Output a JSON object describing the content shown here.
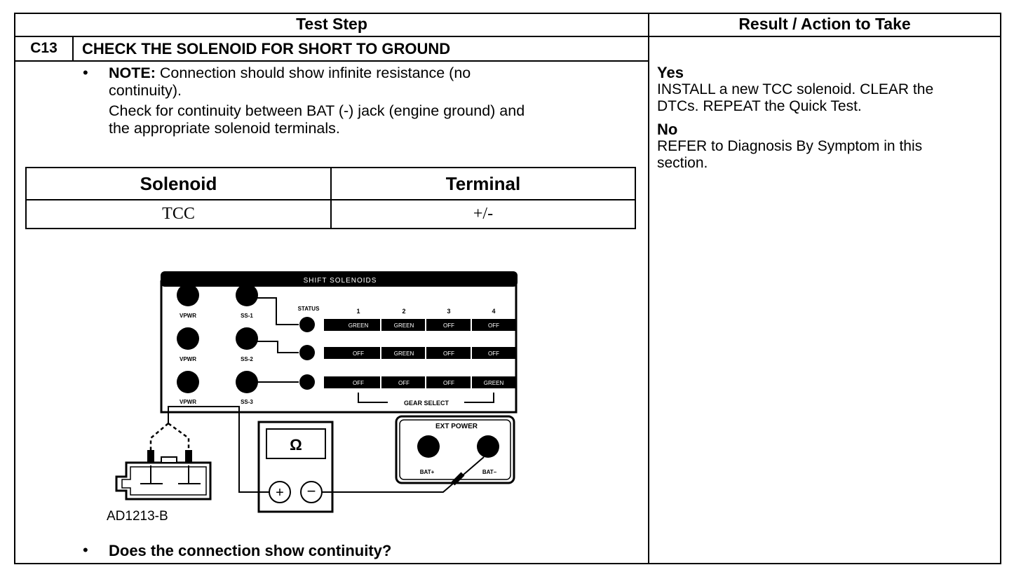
{
  "headers": {
    "test_step": "Test Step",
    "result_action": "Result / Action to Take"
  },
  "step": {
    "id": "C13",
    "title": "CHECK THE SOLENOID FOR SHORT TO GROUND"
  },
  "note": {
    "label": "NOTE:",
    "text": " Connection should show infinite resistance (no",
    "text_line2": "continuity).",
    "instruction_line1": "Check for continuity between BAT (-) jack (engine ground) and",
    "instruction_line2": "the appropriate solenoid terminals."
  },
  "solenoid_table": {
    "columns": [
      "Solenoid",
      "Terminal"
    ],
    "rows": [
      [
        "TCC",
        "+/-"
      ]
    ]
  },
  "diagram": {
    "panel_title": "SHIFT SOLENOIDS",
    "left_labels": [
      "VPWR",
      "VPWR",
      "VPWR"
    ],
    "ss_labels": [
      "SS-1",
      "SS-2",
      "SS-3"
    ],
    "status_label": "STATUS",
    "gear_numbers": [
      "1",
      "2",
      "3",
      "4"
    ],
    "grid_rows": [
      [
        "GREEN",
        "GREEN",
        "OFF",
        "OFF"
      ],
      [
        "OFF",
        "GREEN",
        "OFF",
        "OFF"
      ],
      [
        "OFF",
        "OFF",
        "OFF",
        "GREEN"
      ]
    ],
    "gear_select": "GEAR SELECT",
    "ext_power": "EXT POWER",
    "bat_plus": "BAT+",
    "bat_minus": "BAT–",
    "meter_symbol": "Ω",
    "figure_id": "AD1213-B"
  },
  "question": "Does the connection show continuity?",
  "results": {
    "yes_label": "Yes",
    "yes_line1": "INSTALL a new TCC solenoid. CLEAR the",
    "yes_line2": "DTCs. REPEAT the Quick Test.",
    "no_label": "No",
    "no_line1": "REFER to Diagnosis By Symptom in this",
    "no_line2": "section."
  }
}
